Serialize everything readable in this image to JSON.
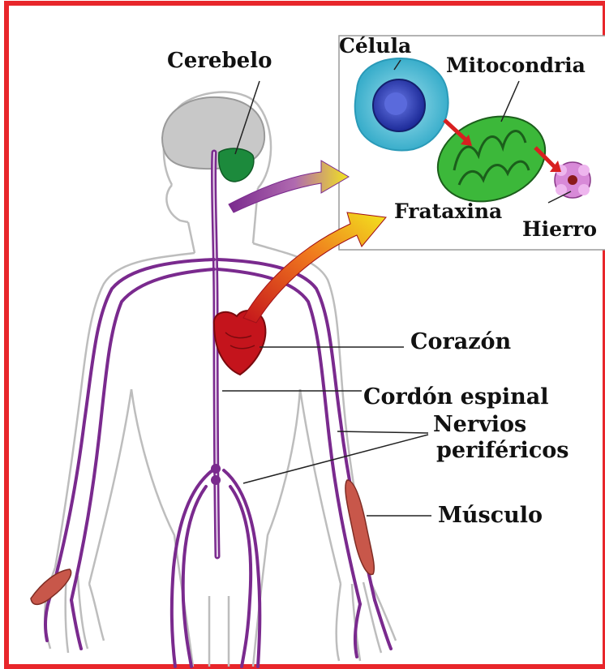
{
  "labels": {
    "cerebelo": "Cerebelo",
    "celula": "Célula",
    "mitocondria": "Mitocondria",
    "frataxina": "Frataxina",
    "hierro": "Hierro",
    "corazon": "Corazón",
    "cordon_espinal": "Cordón espinal",
    "nervios": "Nervios",
    "perifericos": "periféricos",
    "musculo": "Músculo"
  },
  "colors": {
    "border": "#e8262b",
    "nerve": "#7a2a8e",
    "heart": "#c4141c",
    "cerebellum": "#1c8a3c",
    "brain": "#c8c8c8",
    "muscle": "#c8574a",
    "mitochondria": "#3cb83a",
    "cell": "#5cc6dd",
    "nucleus": "#2a3ab0",
    "iron": "#d88ad8",
    "arrow": "#f2e51e"
  }
}
